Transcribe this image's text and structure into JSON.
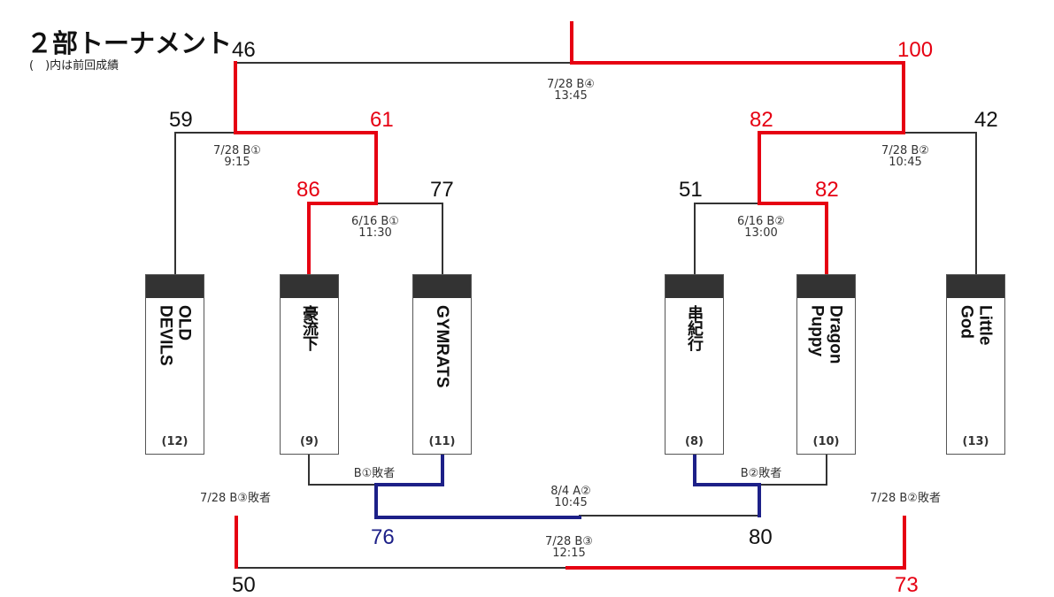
{
  "header": {
    "title": "２部トーナメント",
    "subtitle": "(　)内は前回成績"
  },
  "teams": [
    {
      "name": "OLD\nDEVILS",
      "seed": "(12)",
      "script": "latin"
    },
    {
      "name": "豪流下",
      "seed": "(9)",
      "script": "jp"
    },
    {
      "name": "GYMRATS",
      "seed": "(11)",
      "script": "latin"
    },
    {
      "name": "串紀行",
      "seed": "(8)",
      "script": "jp"
    },
    {
      "name": "Dragon\nPuppy",
      "seed": "(10)",
      "script": "latin"
    },
    {
      "name": "Little\nGod",
      "seed": "(13)",
      "script": "latin"
    }
  ],
  "matches": {
    "r1_left": {
      "date": "6/16 B①",
      "time": "11:30",
      "score_a": "86",
      "score_b": "77"
    },
    "r1_right": {
      "date": "6/16 B②",
      "time": "13:00",
      "score_a": "51",
      "score_b": "82"
    },
    "sf_left": {
      "date": "7/28 B①",
      "time": "9:15",
      "score_a": "59",
      "score_b": "61"
    },
    "sf_right": {
      "date": "7/28 B②",
      "time": "10:45",
      "score_a": "82",
      "score_b": "42"
    },
    "final": {
      "date": "7/28 B④",
      "time": "13:45",
      "score_a": "46",
      "score_b": "100"
    },
    "consolation_a2": {
      "date": "8/4 A②",
      "time": "10:45",
      "score_a": "76",
      "score_b": "80",
      "left_label": "B①敗者",
      "right_label": "B②敗者"
    },
    "third_place": {
      "date": "7/28 B③",
      "time": "12:15",
      "score_a": "50",
      "score_b": "73",
      "left_label": "7/28 B③敗者",
      "right_label": "7/28 B②敗者"
    }
  },
  "colors": {
    "winner": "#e60012",
    "consolation_winner": "#1d2088",
    "line": "#333333",
    "box_header": "#333333"
  }
}
